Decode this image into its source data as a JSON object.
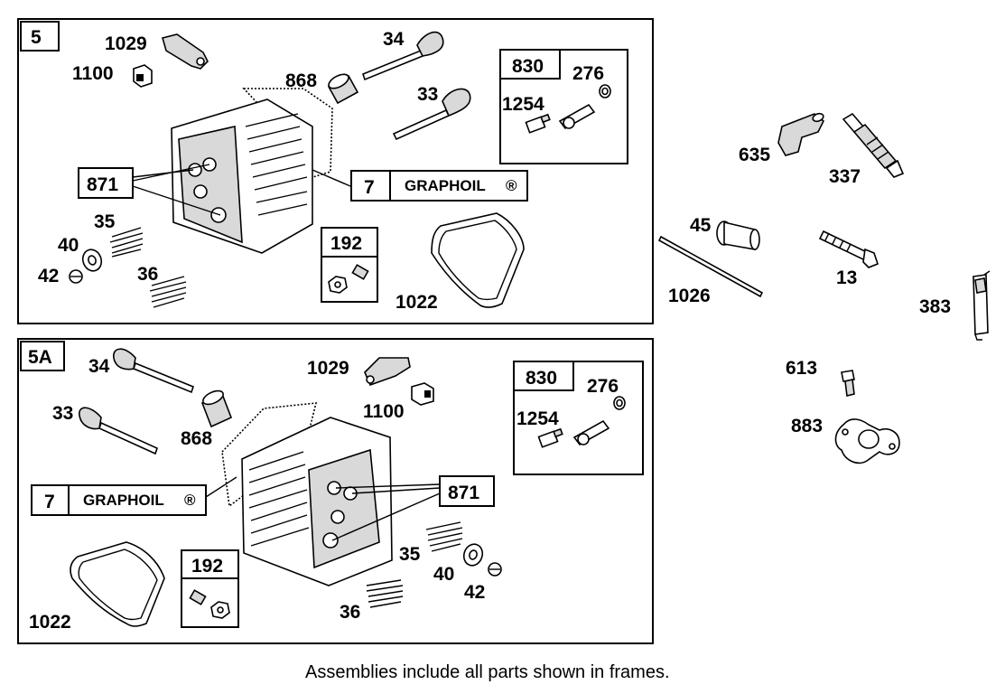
{
  "frames": [
    {
      "id": "5",
      "label": "5",
      "parts": {
        "rocker_1029": "1029",
        "nut_1100": "1100",
        "valve_34": "34",
        "valve_33": "33",
        "guide_868": "868",
        "seal_871": "871",
        "spring_35": "35",
        "spring_36": "36",
        "washer_40": "40",
        "retainer_42": "42",
        "gasket_1022": "1022"
      },
      "subframes": {
        "graphoil": {
          "num": "7",
          "text": "GRAPHOIL",
          "mark": "®"
        },
        "box_830": {
          "num": "830",
          "parts": {
            "p276": "276",
            "p1254": "1254"
          }
        },
        "box_192": {
          "num": "192"
        }
      }
    },
    {
      "id": "5A",
      "label": "5A",
      "parts": {
        "rocker_1029": "1029",
        "nut_1100": "1100",
        "valve_34": "34",
        "valve_33": "33",
        "guide_868": "868",
        "seal_871": "871",
        "spring_35": "35",
        "spring_36": "36",
        "washer_40": "40",
        "retainer_42": "42",
        "gasket_1022": "1022"
      },
      "subframes": {
        "graphoil": {
          "num": "7",
          "text": "GRAPHOIL",
          "mark": "®"
        },
        "box_830": {
          "num": "830",
          "parts": {
            "p276": "276",
            "p1254": "1254"
          }
        },
        "box_192": {
          "num": "192"
        }
      }
    }
  ],
  "loose_parts": {
    "boot_635": "635",
    "plug_337": "337",
    "tube_45": "45",
    "pushrod_1026": "1026",
    "bolt_13": "13",
    "clip_383": "383",
    "screw_613": "613",
    "gasket_883": "883"
  },
  "footnote": "Assemblies include all parts shown in frames."
}
